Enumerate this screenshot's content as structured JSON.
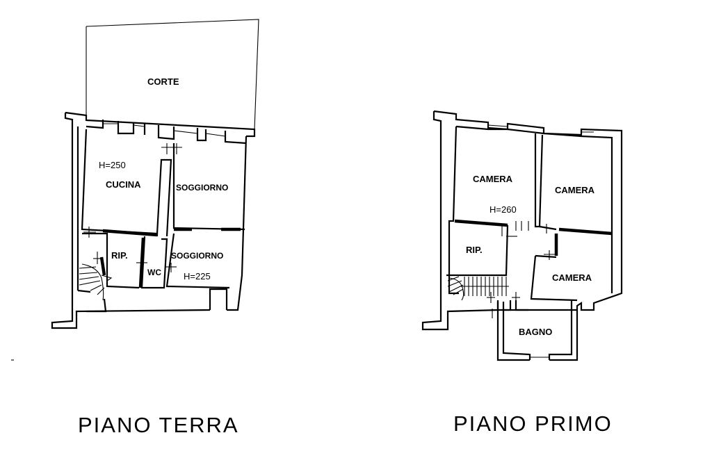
{
  "floors": [
    {
      "title": "PIANO TERRA",
      "rooms": {
        "corte": "CORTE",
        "cucina": "CUCINA",
        "soggiorno_upper": "SOGGIORNO",
        "soggiorno_lower": "SOGGIORNO",
        "ripostiglio": "RIP.",
        "wc": "WC"
      },
      "heights": {
        "cucina": "H=250",
        "soggiorno": "H=225"
      }
    },
    {
      "title": "PIANO PRIMO",
      "rooms": {
        "camera_left": "CAMERA",
        "camera_right": "CAMERA",
        "camera_lower": "CAMERA",
        "ripostiglio": "RIP.",
        "bagno": "BAGNO"
      },
      "heights": {
        "camera": "H=260"
      }
    }
  ]
}
